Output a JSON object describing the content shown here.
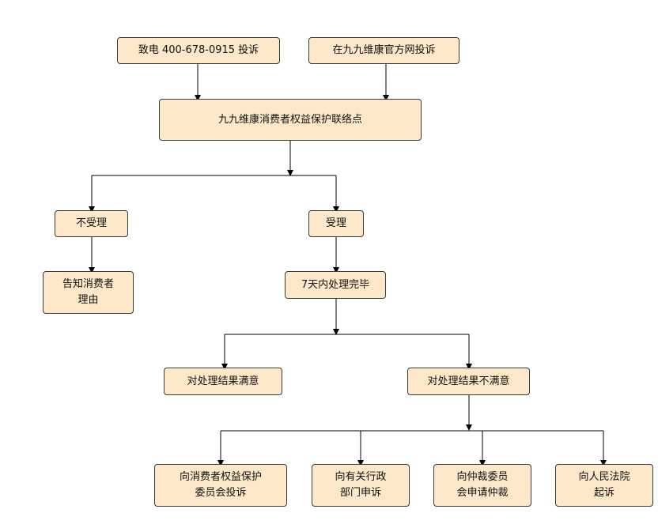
{
  "colors": {
    "node_fill": "#fde9c9",
    "node_border": "#3a3a3a",
    "connector": "#000000",
    "background": "#ffffff"
  },
  "nodes": {
    "phone_complaint": "致电 400-678-0915 投诉",
    "web_complaint": "在九九维康官方网投诉",
    "contact_point": "九九维康消费者权益保护联络点",
    "not_accepted": "不受理",
    "notify_reason": "告知消费者\n理由",
    "accepted": "受理",
    "process_7_days": "7天内处理完毕",
    "satisfied": "对处理结果满意",
    "dissatisfied": "对处理结果不满意",
    "consumer_committee": "向消费者权益保护\n委员会投诉",
    "admin_department": "向有关行政\n部门申诉",
    "arbitration": "向仲裁委员\n会申请仲裁",
    "court": "向人民法院\n起诉"
  }
}
